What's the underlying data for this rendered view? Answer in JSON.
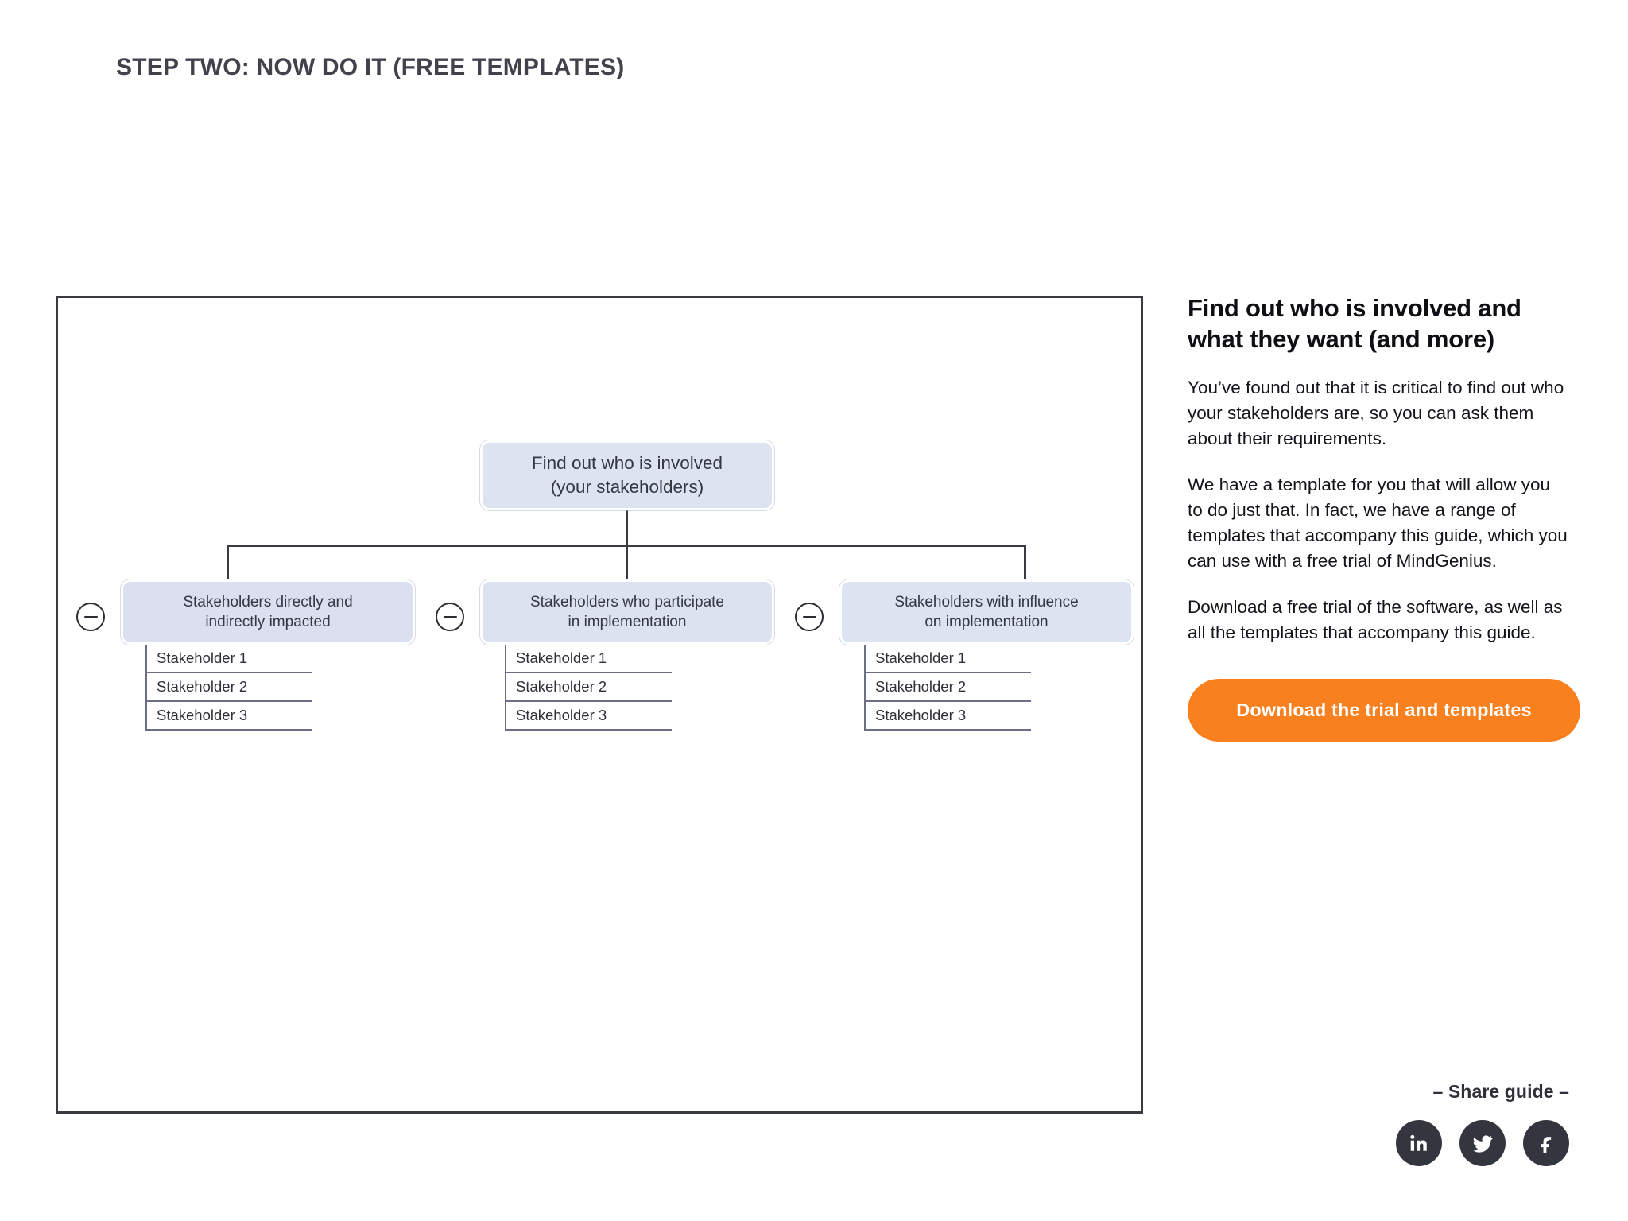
{
  "page": {
    "heading": "STEP TWO: NOW DO IT (FREE TEMPLATES)",
    "background": "#ffffff"
  },
  "colors": {
    "heading_text": "#41424c",
    "frame_border": "#3a3b42",
    "node_root_fill": "#dde4f0",
    "node_child_fill": "#dce2ef",
    "connector": "#3a3b42",
    "leaf_rule": "#6d6f84",
    "cta_orange": "#f9801f",
    "social_dark": "#33353f"
  },
  "diagram": {
    "root": {
      "line1": "Find out who is involved",
      "line2": "(your stakeholders)"
    },
    "branches": [
      {
        "line1": "Stakeholders directly and",
        "line2": "indirectly impacted",
        "collapse_icon": "minus-icon",
        "leaves": [
          "Stakeholder 1",
          "Stakeholder 2",
          "Stakeholder 3"
        ]
      },
      {
        "line1": "Stakeholders who participate",
        "line2": "in implementation",
        "collapse_icon": "minus-icon",
        "leaves": [
          "Stakeholder 1",
          "Stakeholder 2",
          "Stakeholder 3"
        ]
      },
      {
        "line1": "Stakeholders with influence",
        "line2": "on implementation",
        "collapse_icon": "minus-icon",
        "leaves": [
          "Stakeholder 1",
          "Stakeholder 2",
          "Stakeholder 3"
        ]
      }
    ]
  },
  "sidebar": {
    "heading": "Find out who is involved and what they want (and more)",
    "paragraphs": [
      "You’ve found out that it is critical to find out who your stakeholders are, so you can ask them about their requirements.",
      "We have a template for you that will allow you to do just that. In fact, we have a range of templates that accompany this guide, which you can use with a free trial of MindGenius.",
      "Download a free trial of the software, as well as all the templates that accompany this guide."
    ],
    "cta_label": "Download the trial and templates"
  },
  "share": {
    "label": "– Share guide –",
    "icons": [
      {
        "name": "linkedin-icon",
        "title": "LinkedIn"
      },
      {
        "name": "twitter-icon",
        "title": "Twitter"
      },
      {
        "name": "facebook-icon",
        "title": "Facebook"
      }
    ]
  }
}
